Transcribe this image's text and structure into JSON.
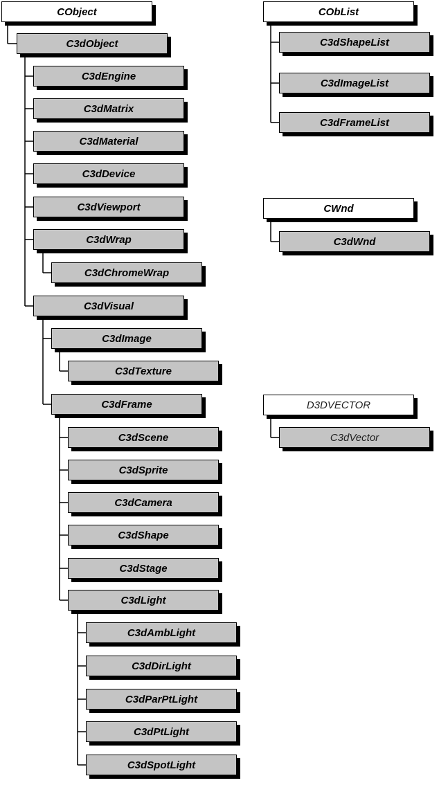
{
  "colors": {
    "root_fill": "#ffffff",
    "child_fill": "#c4c4c4",
    "border": "#000000",
    "shadow": "#000000"
  },
  "trees": [
    {
      "label": "CObject",
      "children": [
        {
          "label": "C3dObject",
          "children": [
            {
              "label": "C3dEngine"
            },
            {
              "label": "C3dMatrix"
            },
            {
              "label": "C3dMaterial"
            },
            {
              "label": "C3dDevice"
            },
            {
              "label": "C3dViewport"
            },
            {
              "label": "C3dWrap",
              "children": [
                {
                  "label": "C3dChromeWrap"
                }
              ]
            },
            {
              "label": "C3dVisual",
              "children": [
                {
                  "label": "C3dImage",
                  "children": [
                    {
                      "label": "C3dTexture"
                    }
                  ]
                },
                {
                  "label": "C3dFrame",
                  "children": [
                    {
                      "label": "C3dScene"
                    },
                    {
                      "label": "C3dSprite"
                    },
                    {
                      "label": "C3dCamera"
                    },
                    {
                      "label": "C3dShape"
                    },
                    {
                      "label": "C3dStage"
                    },
                    {
                      "label": "C3dLight",
                      "children": [
                        {
                          "label": "C3dAmbLight"
                        },
                        {
                          "label": "C3dDirLight"
                        },
                        {
                          "label": "C3dParPtLight"
                        },
                        {
                          "label": "C3dPtLight"
                        },
                        {
                          "label": "C3dSpotLight"
                        }
                      ]
                    }
                  ]
                }
              ]
            }
          ]
        }
      ]
    },
    {
      "label": "CObList",
      "children": [
        {
          "label": "C3dShapeList"
        },
        {
          "label": "C3dImageList"
        },
        {
          "label": "C3dFrameList"
        }
      ]
    },
    {
      "label": "CWnd",
      "children": [
        {
          "label": "C3dWnd"
        }
      ]
    },
    {
      "label": "D3DVECTOR",
      "plain": true,
      "children": [
        {
          "label": "C3dVector"
        }
      ]
    }
  ]
}
